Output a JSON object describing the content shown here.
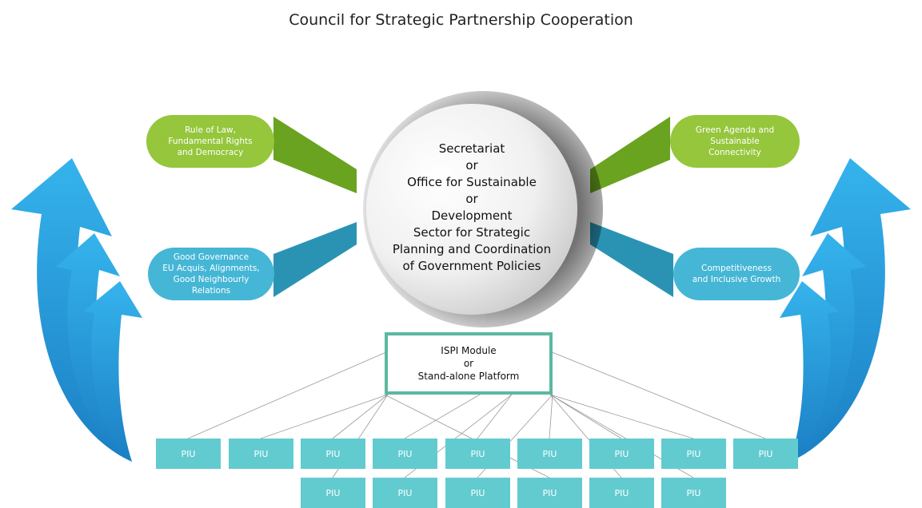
{
  "title": "Council for Strategic Partnership Cooperation",
  "center": {
    "text": "Secretariat\nor\nOffice for Sustainable\nor\nDevelopment\nSector for Strategic\nPlanning  and Coordination\nof Government Policies"
  },
  "pills": {
    "rule_of_law": "Rule of Law,\nFundamental Rights\nand Democracy",
    "good_governance": "Good Governance\nEU Acquis, Alignments,\nGood Neighbourly\nRelations",
    "green_agenda": "Green Agenda and\nSustainable\nConnectivity",
    "competitiveness": "Competitiveness\nand Inclusive Growth"
  },
  "ispi": {
    "text": "ISPI  Module\nor\nStand-alone Platform"
  },
  "piu_label": "PIU",
  "colors": {
    "green": "#95c63c",
    "green_dark": "#6aa31f",
    "blue": "#45b6d6",
    "blue_dark": "#2a93b4",
    "piu": "#62cbd0",
    "ispi_border": "#5cb8a0",
    "arrow": "#2ea3e0"
  }
}
